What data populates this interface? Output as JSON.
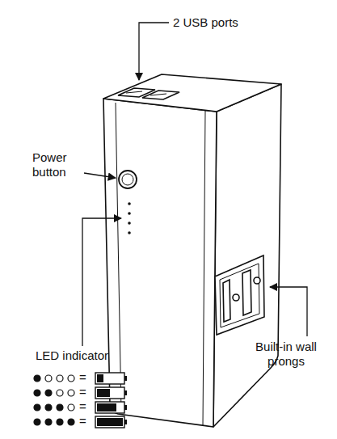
{
  "diagram": {
    "labels": [
      "2 USB ports",
      "Power button",
      "LED indicator",
      "Built-in wall prongs",
      "=",
      "=",
      "=",
      "="
    ]
  }
}
